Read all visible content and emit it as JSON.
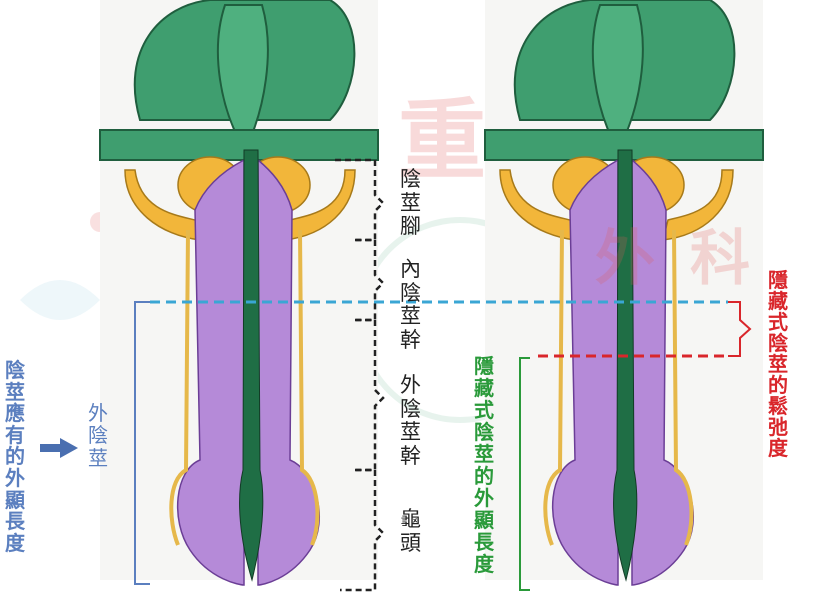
{
  "colors": {
    "green": "#3f9e6f",
    "green_dark": "#1f5e3e",
    "yellow": "#f2b63a",
    "purple": "#b58ad8",
    "purple_dark": "#8a5bb8",
    "blue_label": "#5b7fbf",
    "cyan_line": "#3aa6d4",
    "red": "#d9262b",
    "green_label": "#2a9a3a",
    "black": "#222222",
    "watermark": "#e05a5a"
  },
  "left_figure": {
    "brackets": {
      "crus": "陰\n莖\n腳",
      "inner_shaft": "內\n陰\n莖\n幹",
      "outer_shaft": "外\n陰\n莖\n幹",
      "glans": "龜\n頭"
    },
    "outer_penis_label": "外\n陰\n莖",
    "should_visible_length_label": "陰\n莖\n應\n有\n的\n外\n顯\n長\n度"
  },
  "right_figure": {
    "laxity_label": "隱\n藏\n式\n陰\n莖\n的\n鬆\n弛\n度",
    "visible_length_label": "隱\n藏\n式\n陰\n莖\n的\n外\n顯\n長\n度"
  },
  "watermark": {
    "chars": [
      "重",
      "外",
      "科"
    ]
  }
}
